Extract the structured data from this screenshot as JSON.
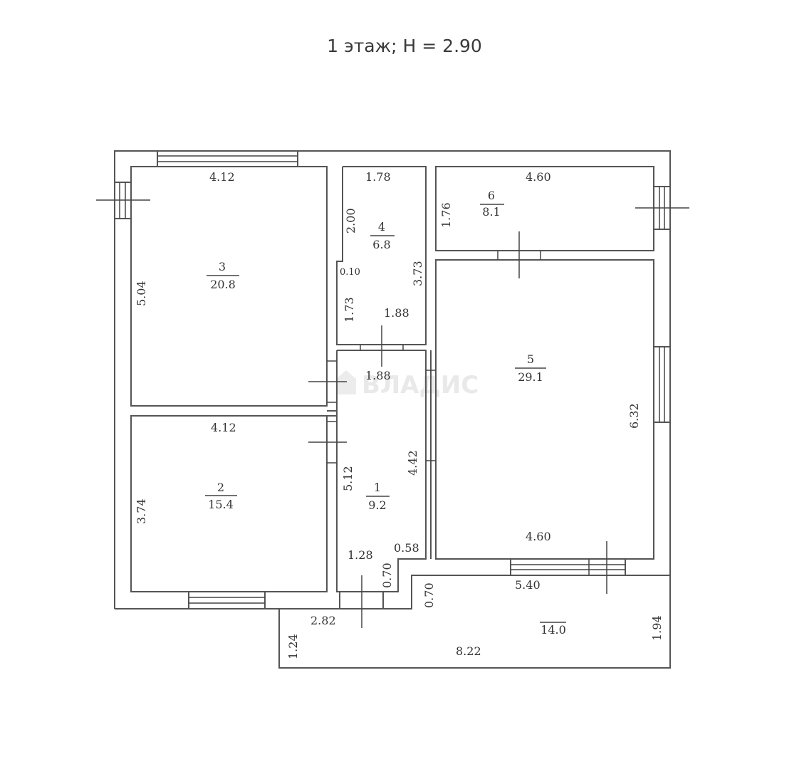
{
  "title": "1 этаж; H = 2.90",
  "watermark": "ВЛАДИС",
  "rooms": [
    {
      "id": "1",
      "area": "9.2",
      "dims": [
        "1.88",
        "5.12",
        "4.42",
        "1.28",
        "0.58",
        "0.70"
      ]
    },
    {
      "id": "2",
      "area": "15.4",
      "dims": [
        "4.12",
        "3.74"
      ]
    },
    {
      "id": "3",
      "area": "20.8",
      "dims": [
        "4.12",
        "5.04"
      ]
    },
    {
      "id": "4",
      "area": "6.8",
      "dims": [
        "1.78",
        "2.00",
        "0.10",
        "1.73",
        "3.73",
        "1.88"
      ]
    },
    {
      "id": "5",
      "area": "29.1",
      "dims": [
        "4.60",
        "6.32"
      ]
    },
    {
      "id": "6",
      "area": "8.1",
      "dims": [
        "4.60",
        "1.76"
      ]
    },
    {
      "id": "",
      "area": "14.0",
      "dims": [
        "5.40",
        "0.70",
        "2.82",
        "1.24",
        "8.22",
        "1.94"
      ]
    }
  ],
  "labels": {
    "r3_w": "4.12",
    "r3_h": "5.04",
    "r3_id": "3",
    "r3_area": "20.8",
    "r2_w": "4.12",
    "r2_h": "3.74",
    "r2_id": "2",
    "r2_area": "15.4",
    "r4_w": "1.78",
    "r4_h1": "2.00",
    "r4_off": "0.10",
    "r4_h2": "1.73",
    "r4_h": "3.73",
    "r4_w2": "1.88",
    "r4_id": "4",
    "r4_area": "6.8",
    "r6_w": "4.60",
    "r6_h": "1.76",
    "r6_id": "6",
    "r6_area": "8.1",
    "r1_w": "1.88",
    "r1_h": "5.12",
    "r1_h2": "4.42",
    "r1_w2": "1.28",
    "r1_w3": "0.58",
    "r1_d": "0.70",
    "r1_id": "1",
    "r1_area": "9.2",
    "r5_h": "6.32",
    "r5_w": "4.60",
    "r5_id": "5",
    "r5_area": "29.1",
    "ter_w": "5.40",
    "ter_d": "0.70",
    "ter_w2": "2.82",
    "ter_h1": "1.24",
    "ter_w3": "8.22",
    "ter_h2": "1.94",
    "ter_area": "14.0"
  }
}
